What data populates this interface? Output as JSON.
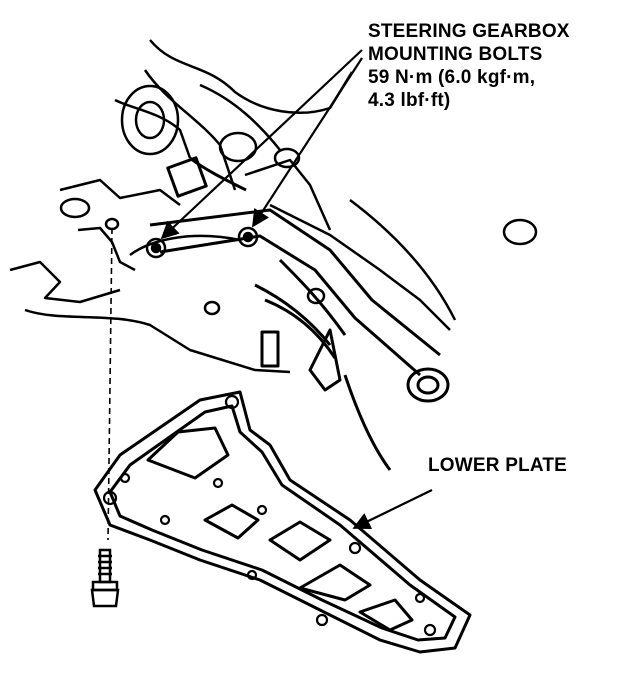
{
  "callouts": {
    "steering": {
      "lines": [
        "STEERING GEARBOX",
        "MOUNTING BOLTS",
        "59 N·m (6.0 kgf·m,",
        "4.3 lbf·ft)"
      ]
    },
    "lower_plate": {
      "label": "LOWER PLATE"
    }
  },
  "colors": {
    "ink": "#000000",
    "paper": "#ffffff"
  }
}
